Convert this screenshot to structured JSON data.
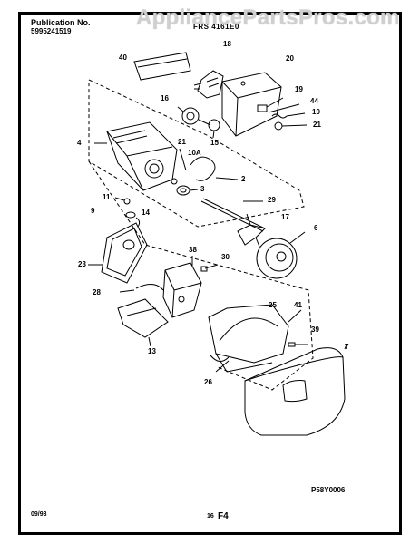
{
  "header": {
    "publication_label": "Publication No.",
    "publication_number": "5995241519",
    "model_code": "FRS 4161E0"
  },
  "watermark": "AppliancePartsPros.com",
  "footer": {
    "date": "09/93",
    "page_number": "16",
    "section_code": "F4"
  },
  "drawing_id": "P58Y0006",
  "callouts": [
    "40",
    "18",
    "20",
    "19",
    "44",
    "10",
    "21",
    "16",
    "15",
    "4",
    "21",
    "10A",
    "2",
    "3",
    "29",
    "17",
    "6",
    "11",
    "9",
    "14",
    "23",
    "38",
    "30",
    "28",
    "25",
    "41",
    "39",
    "13",
    "26",
    "7"
  ]
}
